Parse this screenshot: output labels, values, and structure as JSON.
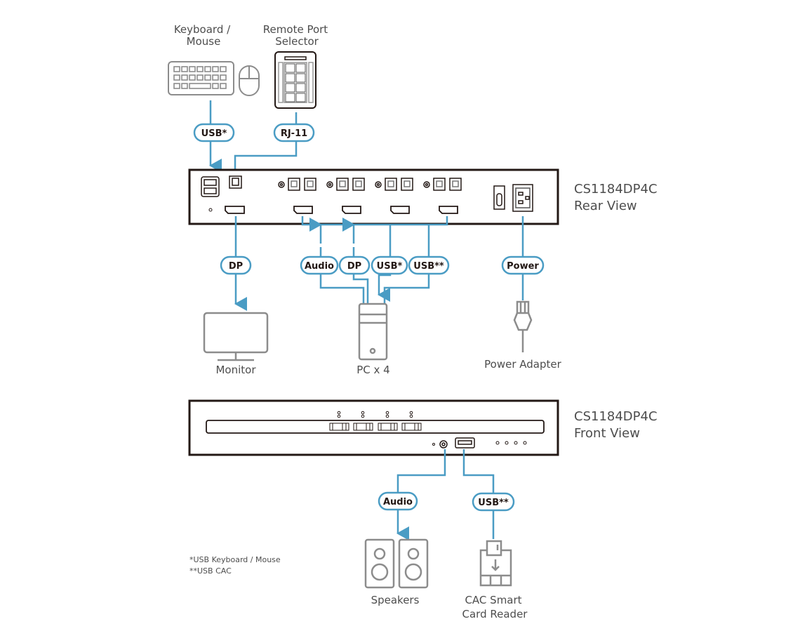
{
  "colors": {
    "cable": "#4a9cc4",
    "device_outline": "#231815",
    "icon_gray": "#8c8c8c",
    "text": "#4d4d4d"
  },
  "devices": {
    "keyboard_mouse": "Keyboard /\nMouse",
    "keyboard_mouse_line1": "Keyboard /",
    "keyboard_mouse_line2": "Mouse",
    "remote_selector_line1": "Remote Port",
    "remote_selector_line2": "Selector",
    "monitor": "Monitor",
    "pc": "PC x 4",
    "power_adapter": "Power Adapter",
    "speakers": "Speakers",
    "card_reader_line1": "CAC Smart",
    "card_reader_line2": "Card Reader"
  },
  "rear_view": {
    "model": "CS1184DP4C",
    "view": "Rear View"
  },
  "front_view": {
    "model": "CS1184DP4C",
    "view": "Front View"
  },
  "connections": {
    "keyboard_usb": "USB*",
    "remote_rj11": "RJ-11",
    "monitor_dp": "DP",
    "pc_audio": "Audio",
    "pc_dp": "DP",
    "pc_usb": "USB*",
    "pc_usb_cac": "USB**",
    "power": "Power",
    "speaker_audio": "Audio",
    "card_usb": "USB**"
  },
  "footnotes": [
    "*USB Keyboard / Mouse",
    "**USB CAC"
  ]
}
